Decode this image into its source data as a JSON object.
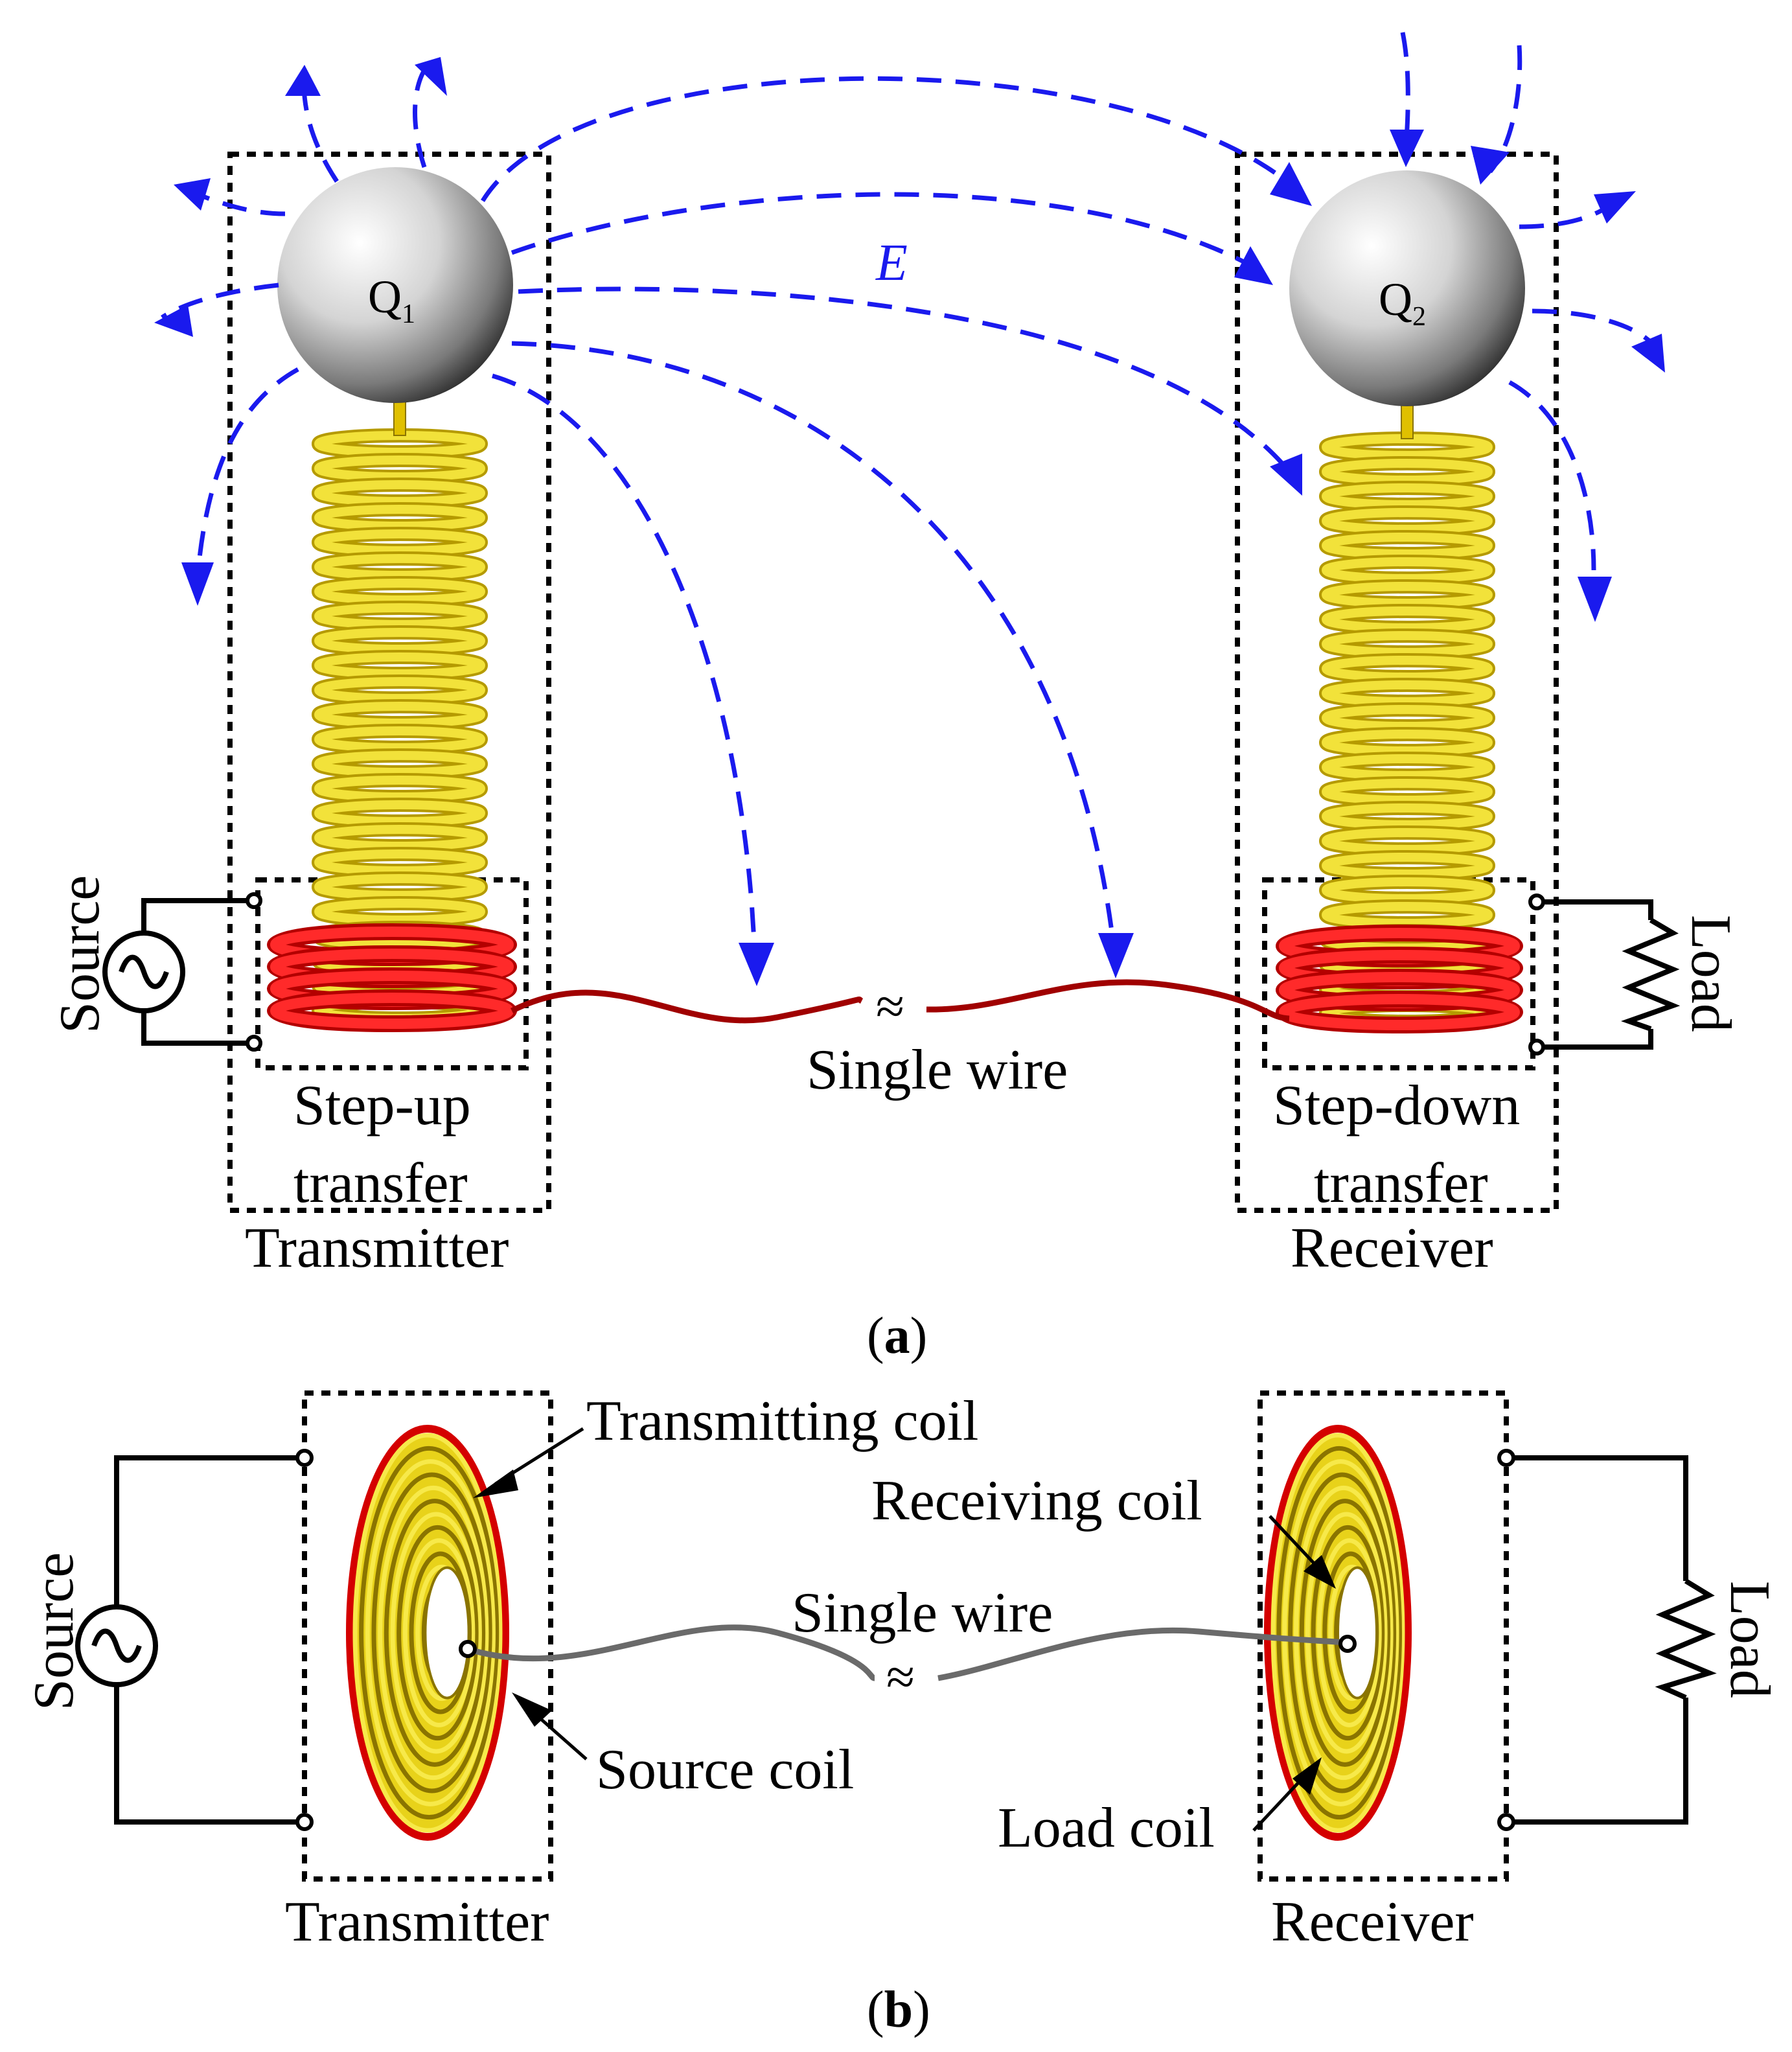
{
  "panel_a": {
    "charge_left": "Q",
    "charge_left_sub": "1",
    "charge_right": "Q",
    "charge_right_sub": "2",
    "field_label": "E",
    "source_label": "Source",
    "load_label": "Load",
    "wire_label": "Single wire",
    "wire_break": "≈",
    "stepup_line1": "Step-up",
    "stepup_line2": "transfer",
    "stepdown_line1": "Step-down",
    "stepdown_line2": "transfer",
    "transmitter_label": "Transmitter",
    "receiver_label": "Receiver",
    "caption_open": "(",
    "caption_letter": "a",
    "caption_close": ")"
  },
  "panel_b": {
    "source_label": "Source",
    "load_label": "Load",
    "transmitting_coil_label": "Transmitting coil",
    "source_coil_label": "Source coil",
    "receiving_coil_label": "Receiving coil",
    "load_coil_label": "Load coil",
    "wire_label": "Single wire",
    "wire_break": "≈",
    "transmitter_label": "Transmitter",
    "receiver_label": "Receiver",
    "caption_open": "(",
    "caption_letter": "b",
    "caption_close": ")"
  },
  "colors": {
    "field_lines": "#1a1aee",
    "coil_yellow": "#f2e23a",
    "coil_red": "#ff2a2a",
    "wire_a": "#a00000",
    "wire_b": "#6a6a6a"
  }
}
